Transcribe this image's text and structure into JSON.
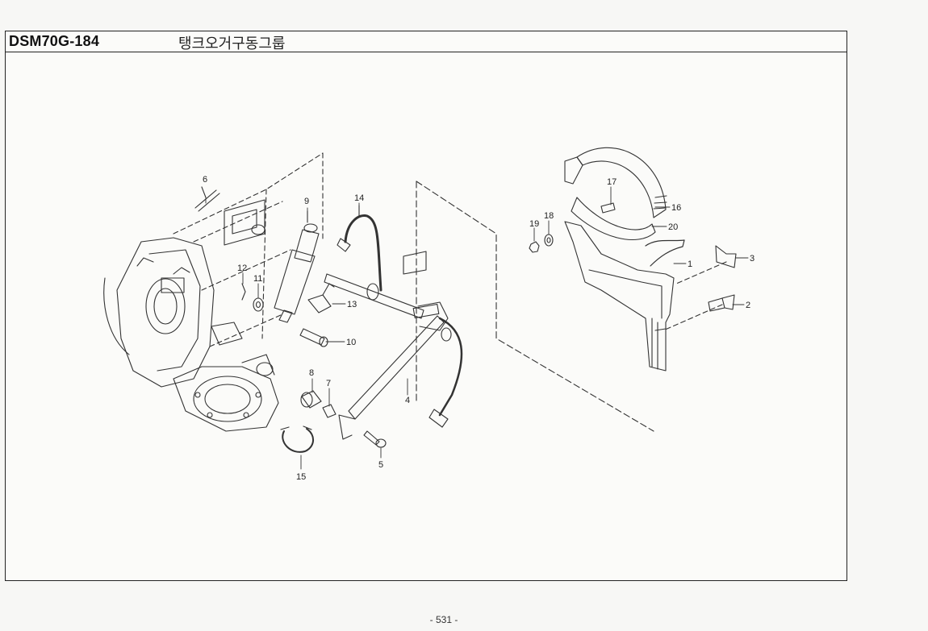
{
  "header": {
    "code": "DSM70G-184",
    "title": "탱크오거구동그룹"
  },
  "page": {
    "number": "- 531 -"
  },
  "callouts": {
    "c1": "1",
    "c2": "2",
    "c3": "3",
    "c4": "4",
    "c5": "5",
    "c6": "6",
    "c7": "7",
    "c8": "8",
    "c9": "9",
    "c10": "10",
    "c11": "11",
    "c12": "12",
    "c13": "13",
    "c14": "14",
    "c15": "15",
    "c16": "16",
    "c17": "17",
    "c18": "18",
    "c19": "19",
    "c20": "20"
  }
}
